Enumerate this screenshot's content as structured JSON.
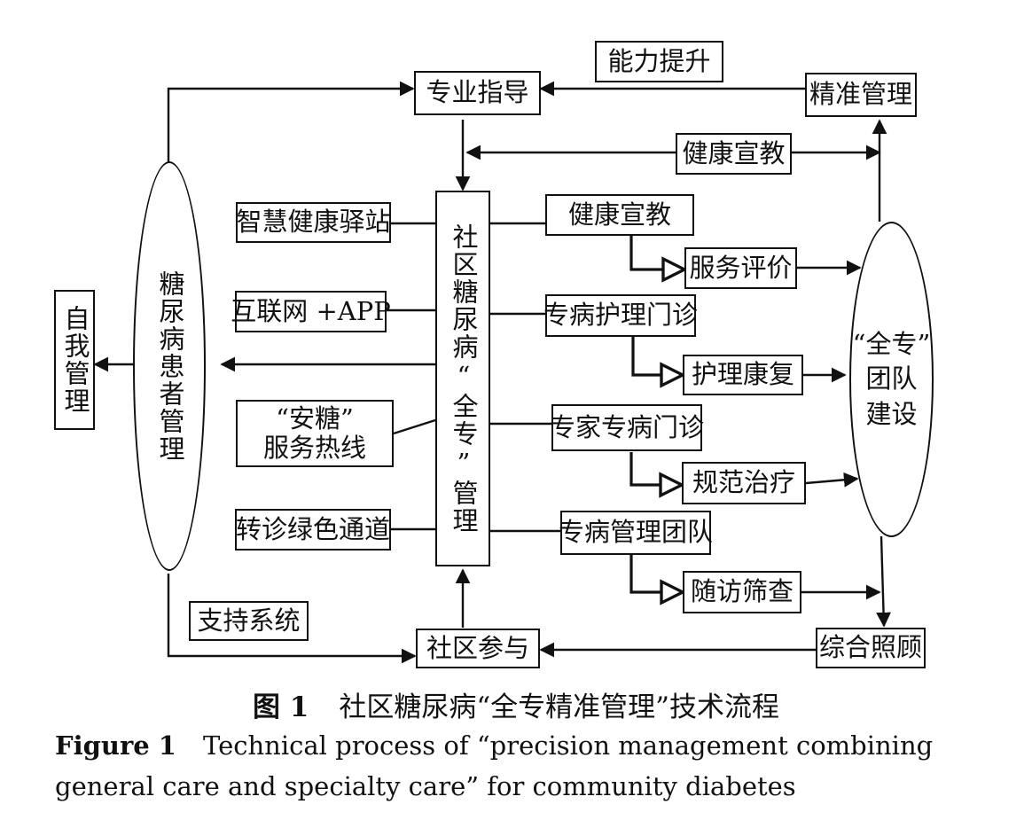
{
  "nodes": {
    "capacity_up": "能力提升",
    "professional_guidance": "专业指导",
    "precision_mgmt": "精准管理",
    "health_edu_top": "健康宣教",
    "smart_station": "智慧健康驿站",
    "internet_app": "互联网 +APP",
    "hotline_l1": "“安糖”",
    "hotline_l2": "服务热线",
    "green_channel": "转诊绿色通道",
    "community_center": "社区糖尿病“全专”管理",
    "health_edu": "健康宣教",
    "service_eval": "服务评价",
    "nursing_clinic": "专病护理门诊",
    "nursing_rehab": "护理康复",
    "expert_clinic": "专家专病门诊",
    "standard_treat": "规范治疗",
    "mgmt_team": "专病管理团队",
    "followup_screen": "随访筛查",
    "self_mgmt": "自我管理",
    "patient_mgmt": "糖尿病患者管理",
    "team_l1": "“全专”",
    "team_l2": "团队",
    "team_l3": "建设",
    "support_system": "支持系统",
    "community_participation": "社区参与",
    "comprehensive_care": "综合照顾"
  },
  "caption": {
    "cn_label": "图 1",
    "cn_title": "社区糖尿病“全专精准管理”技术流程",
    "en_label": "Figure 1",
    "en_title": "Technical process of “precision management combining general care and specialty care” for community diabetes"
  }
}
